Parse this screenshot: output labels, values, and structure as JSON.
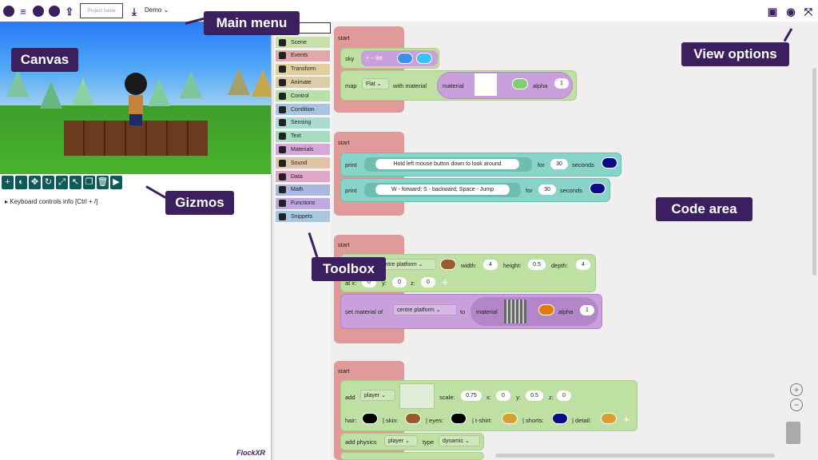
{
  "topbar": {
    "project_placeholder": "Project name",
    "demo_label": "Demo",
    "menu_icon": "hamburger-icon",
    "play_icon": "play-icon",
    "stop_icon": "stop-icon"
  },
  "canvas": {
    "label": "Canvas"
  },
  "gizmos": {
    "buttons": [
      "+",
      "◐",
      "✥",
      "↻",
      "⤢",
      "↖",
      "❐",
      "🗑",
      "▶"
    ],
    "keyboard_info": "▸ Keyboard controls info [Ctrl + /]"
  },
  "logo": "FlockXR",
  "toolbox": {
    "categories": [
      {
        "label": "Scene",
        "color": "#c9e0a8"
      },
      {
        "label": "Events",
        "color": "#e0a8a8"
      },
      {
        "label": "Transform",
        "color": "#e0cfa0"
      },
      {
        "label": "Animate",
        "color": "#dccda7"
      },
      {
        "label": "Control",
        "color": "#b8e0a8"
      },
      {
        "label": "Condition",
        "color": "#a8c4e0"
      },
      {
        "label": "Sensing",
        "color": "#a8dcd0"
      },
      {
        "label": "Text",
        "color": "#a8dcc0"
      },
      {
        "label": "Materials",
        "color": "#d4a8dc"
      },
      {
        "label": "Sound",
        "color": "#e0c4a8"
      },
      {
        "label": "Data",
        "color": "#e0a8c8"
      },
      {
        "label": "Math",
        "color": "#a8b8e0"
      },
      {
        "label": "Functions",
        "color": "#c0a8e0"
      },
      {
        "label": "Snippets",
        "color": "#a8c8e0"
      }
    ]
  },
  "code": {
    "block1": {
      "start": "start",
      "sky": "sky",
      "list": "list",
      "map": "map",
      "map_value": "Flat",
      "with_material": "with material",
      "material": "material",
      "alpha": "alpha",
      "alpha_value": "1"
    },
    "block2": {
      "start": "start",
      "print": "print",
      "msg1": "Hold left mouse button down to look around",
      "msg2": "W - forward; S - backward; Space - Jump",
      "for": "for",
      "seconds": "seconds",
      "dur1": "30",
      "dur2": "30"
    },
    "block3": {
      "start": "start",
      "name": "centre platform",
      "width": "width:",
      "width_value": "4",
      "height": "height:",
      "height_value": "0.5",
      "depth": "depth:",
      "depth_value": "4",
      "atx": "at x:",
      "x_value": "0",
      "y": "y:",
      "y_value": "0",
      "z": "z:",
      "z_value": "0",
      "set_material": "set material of",
      "to": "to",
      "material": "material",
      "alpha": "alpha",
      "alpha_value": "1"
    },
    "block4": {
      "start": "start",
      "add": "add",
      "player": "player",
      "scale": "scale:",
      "scale_value": "0.75",
      "x": "x:",
      "x_value": "0",
      "y": "y:",
      "y_value": "0.5",
      "z": "z:",
      "z_value": "0",
      "hair": "hair:",
      "skin": "| skin:",
      "eyes": "| eyes:",
      "tshirt": "| t-shirt:",
      "shorts": "| shorts:",
      "detail": "| detail:",
      "add_physics": "add physics",
      "type": "type",
      "type_value": "dynamic"
    }
  },
  "callouts": {
    "main_menu": "Main menu",
    "canvas": "Canvas",
    "view_options": "View options",
    "gizmos": "Gizmos",
    "code_area": "Code area",
    "toolbox": "Toolbox"
  },
  "colors": {
    "accent": "#3b1f5f",
    "gizmo": "#0e5a57"
  }
}
